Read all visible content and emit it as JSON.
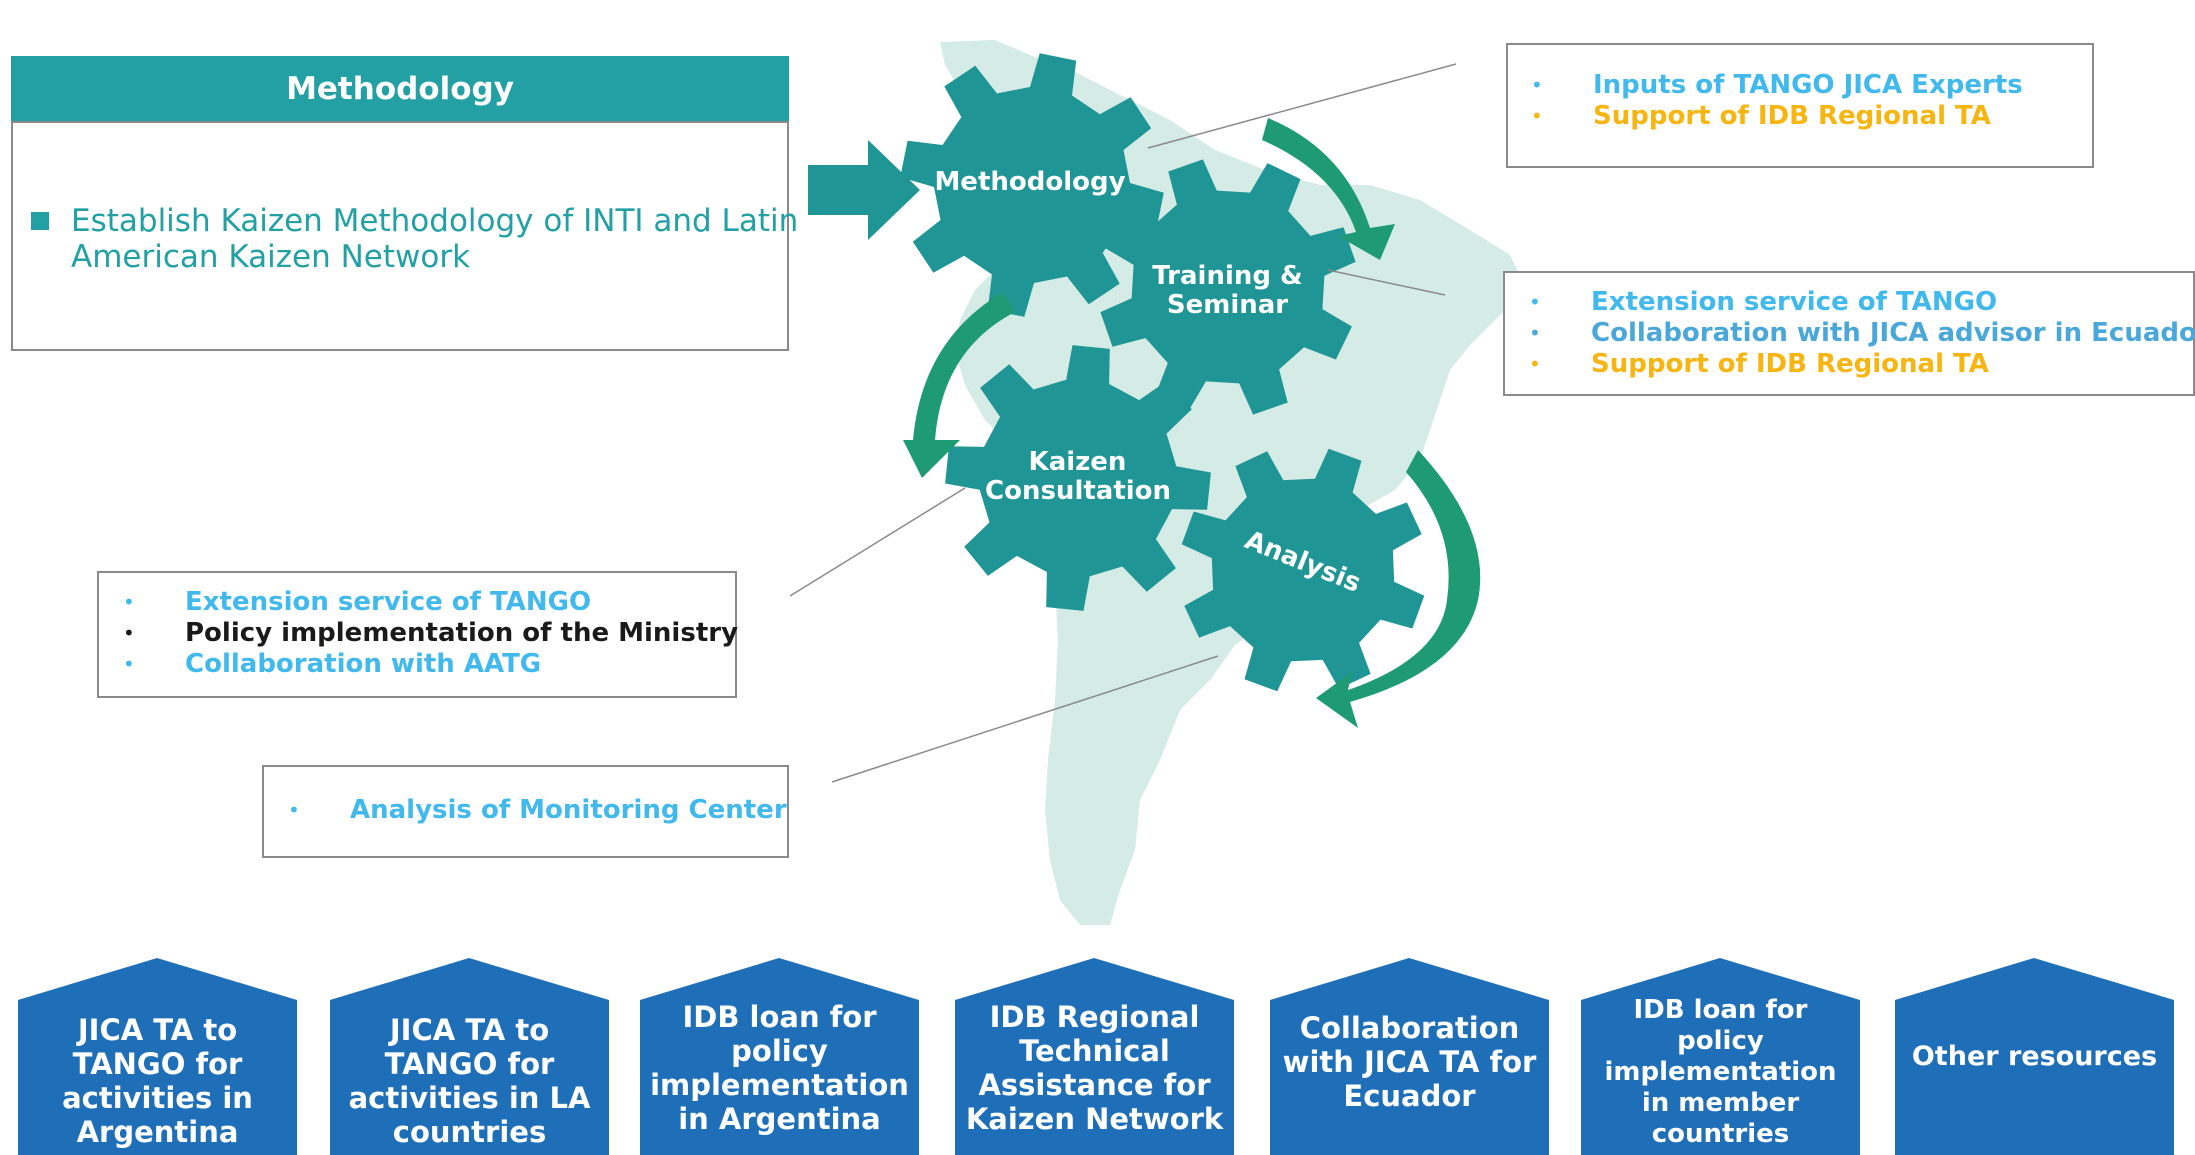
{
  "methodology_box": {
    "header": "Methodology",
    "item": "Establish Kaizen Methodology of INTI and Latin American Kaizen Network"
  },
  "gears": {
    "methodology": "Methodology",
    "training": "Training & Seminar",
    "consultation": "Kaizen Consultation",
    "analysis": "Analysis"
  },
  "box_methodology_inputs": {
    "items": [
      {
        "text": "Inputs of TANGO JICA Experts",
        "color": "#41b9ec"
      },
      {
        "text": "Support of IDB Regional TA",
        "color": "#f7b512"
      }
    ]
  },
  "box_training_inputs": {
    "items": [
      {
        "text": "Extension service of TANGO",
        "color": "#41b9ec"
      },
      {
        "text": "Collaboration with JICA advisor in Ecuador",
        "color": "#4aa7d9"
      },
      {
        "text": "Support of IDB Regional TA",
        "color": "#f7b512"
      }
    ]
  },
  "box_consultation_inputs": {
    "items": [
      {
        "text": "Extension service  of TANGO",
        "color": "#41b9ec"
      },
      {
        "text": "Policy implementation of the Ministry",
        "color": "#1a1a1a"
      },
      {
        "text": "Collaboration with AATG",
        "color": "#41b9ec"
      }
    ]
  },
  "box_analysis_inputs": {
    "items": [
      {
        "text": "Analysis of Monitoring Center",
        "color": "#41b9ec"
      }
    ]
  },
  "resources": [
    "JICA TA to TANGO for activities in Argentina",
    "JICA TA to TANGO for activities in LA countries",
    "IDB loan for policy implementation in Argentina",
    "IDB Regional Technical Assistance for Kaizen Network",
    "Collaboration with JICA TA for Ecuador",
    "IDB loan for policy implementation in member countries",
    "Other resources"
  ],
  "colors": {
    "gear": "#1f9595",
    "cycle_arrow": "#1e9b73",
    "tile": "#1f6fb8",
    "map": "#d4ebe6",
    "header": "#22a0a4"
  }
}
